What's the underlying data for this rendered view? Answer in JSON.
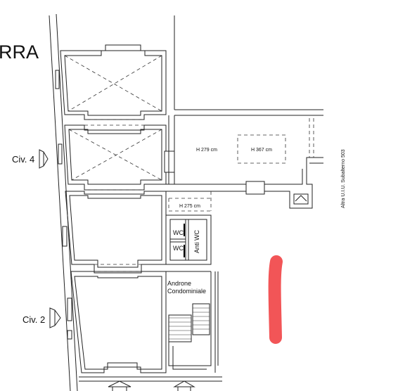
{
  "header": {
    "title_fragment": "RRA"
  },
  "entrances": {
    "civ4": "Civ. 4",
    "civ2": "Civ. 2"
  },
  "rooms": {
    "h279": "H 279 cm",
    "h367": "H 367 cm",
    "h275": "H 275 cm",
    "wc1": "WC",
    "wc2": "WC",
    "anti_wc": "Anti WC",
    "androne_line1": "Androne",
    "androne_line2": "Condominiale"
  },
  "side_note": "Altra U.I.U. Subalterno 503",
  "colors": {
    "highlight": "#f25557",
    "line": "#222222"
  }
}
